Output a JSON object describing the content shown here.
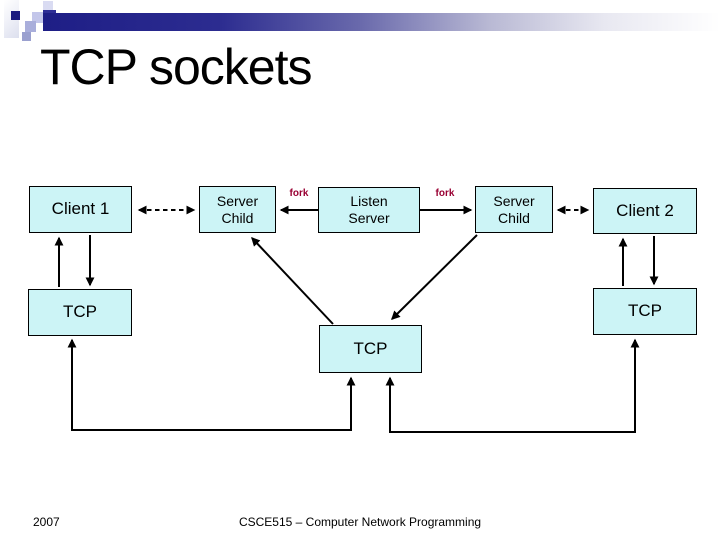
{
  "slide": {
    "title": "TCP sockets",
    "footer": {
      "year": "2007",
      "course": "CSCE515 – Computer Network Programming"
    }
  },
  "diagram": {
    "boxes": {
      "client1": {
        "label": "Client 1"
      },
      "server_child_left": {
        "line1": "Server",
        "line2": "Child"
      },
      "listen_server": {
        "line1": "Listen",
        "line2": "Server"
      },
      "server_child_right": {
        "line1": "Server",
        "line2": "Child"
      },
      "client2": {
        "label": "Client 2"
      },
      "tcp_left": {
        "label": "TCP"
      },
      "tcp_center": {
        "label": "TCP"
      },
      "tcp_right": {
        "label": "TCP"
      }
    },
    "labels": {
      "fork_left": "fork",
      "fork_right": "fork"
    },
    "colors": {
      "box_fill": "#ccf4f6",
      "box_border": "#000000",
      "fork_text": "#990033",
      "header_navy": "#1b1b80"
    }
  }
}
